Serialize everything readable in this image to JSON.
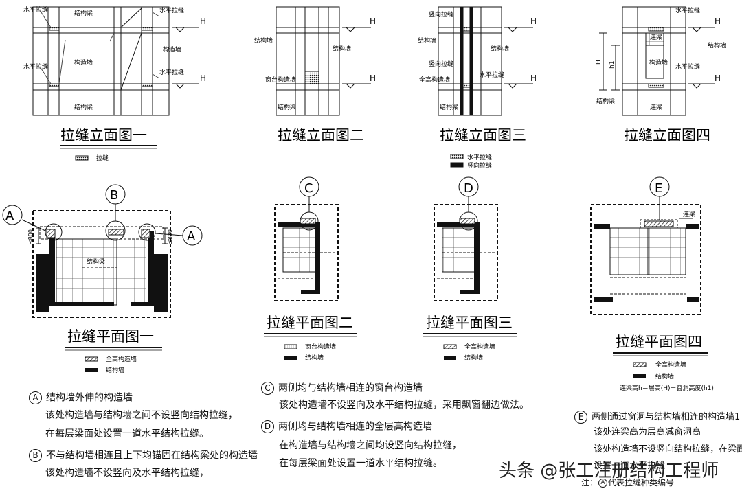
{
  "elevations": {
    "e1": {
      "caption": "拉缝立面图一",
      "legend": "拉缝",
      "labels": {
        "horiz_tl": "水平拉缝",
        "struct_beam_top": "结构梁",
        "horiz_tr": "水平拉缝",
        "horiz_ml": "水平拉缝",
        "constr_wall_mid": "构造墙",
        "constr_wall_r": "构造墙",
        "horiz_mr": "水平拉缝",
        "struct_beam_bot": "结构梁"
      }
    },
    "e2": {
      "caption": "拉缝立面图二",
      "labels": {
        "struct_wall_l": "结构墙",
        "struct_wall_r": "结构墙",
        "sill_wall": "窗台构造墙",
        "struct_beam": "结构梁"
      }
    },
    "e3": {
      "caption": "拉缝立面图三",
      "legend_h": "水平拉缝",
      "legend_v": "竖向拉缝",
      "labels": {
        "vert_top": "竖向拉缝",
        "struct_wall_l": "结构墙",
        "struct_wall_r": "结构墙",
        "vert_mid": "竖向拉缝",
        "full_height": "全高构造墙",
        "horiz": "水平拉缝",
        "struct_beam": "结构梁"
      }
    },
    "e4": {
      "caption": "拉缝立面图四",
      "labels": {
        "horiz_t": "水平拉缝",
        "link_beam_t": "连梁",
        "struct_wall": "结构墙",
        "constr_wall": "构造墙",
        "horiz_m": "水平拉缝",
        "struct_beam": "结构梁",
        "link_beam_b": "连梁",
        "H": "H",
        "h1": "h1"
      }
    },
    "H": "H"
  },
  "plans": {
    "p1": {
      "caption": "拉缝平面图一",
      "marker_top": "B",
      "marker_side": "A",
      "dim": "≤800",
      "beam": "结构梁",
      "legend_full": "全高构造墙",
      "legend_struct": "结构墙"
    },
    "p2": {
      "caption": "拉缝平面图二",
      "marker": "C",
      "legend_sill": "窗台构造墙",
      "legend_struct": "结构墙"
    },
    "p3": {
      "caption": "拉缝平面图三",
      "marker": "D",
      "legend_full": "全高构造墙",
      "legend_struct": "结构墙"
    },
    "p4": {
      "caption": "拉缝平面图四",
      "marker": "E",
      "link": "连梁",
      "legend_full": "全高构造墙",
      "legend_struct": "结构墙",
      "formula": "连梁高h＝层高(H)－窗洞高度(h1)"
    }
  },
  "notes": {
    "A": {
      "m": "A",
      "head": "结构墙外伸的构造墙",
      "l1": "该处构造墙与结构墙之间不设竖向结构拉缝，",
      "l2": "在每层梁面处设置一道水平结构拉缝。"
    },
    "B": {
      "m": "B",
      "head": "不与结构墙相连且上下均锚固在结构梁处的构造墙",
      "l1": "该处构造墙不设竖向及水平结构拉缝，"
    },
    "C": {
      "m": "C",
      "head": "两侧均与结构墙相连的窗台构造墙",
      "l1": "该处构造墙不设竖向及水平结构拉缝，采用飘窗翻边做法。"
    },
    "D": {
      "m": "D",
      "head": "两侧均与结构墙相连的全层高构造墙",
      "l1": "在构造墙与结构墙之间均设竖向结构拉缝，",
      "l2": "在每层梁面处设置一道水平结构拉缝。"
    },
    "E": {
      "m": "E",
      "head": "两侧通过窗洞与结构墙相连的构造墙1",
      "l1": "该处连梁高为层高减窗洞高",
      "l2": "该处构造墙不设竖向结构拉缝，在梁面",
      "l3": "设置一道水平拉缝",
      "foot_pre": "注：",
      "foot_m": "A",
      "foot_post": "代表拉缝种类编号"
    }
  },
  "watermark": "头条 @张工注册结构工程师"
}
